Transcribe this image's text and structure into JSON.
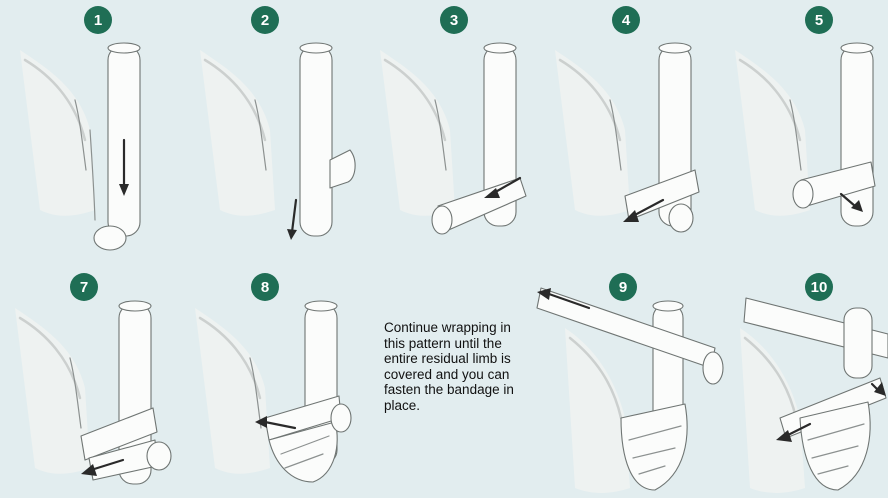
{
  "steps": [
    {
      "label": "1"
    },
    {
      "label": "2"
    },
    {
      "label": "3"
    },
    {
      "label": "4"
    },
    {
      "label": "5"
    },
    {
      "label": "7"
    },
    {
      "label": "8"
    },
    {
      "label": "9"
    },
    {
      "label": "10"
    }
  ],
  "caption": "Continue wrapping in this pattern until the entire residual limb is covered and you can fasten the bandage in place.",
  "colors": {
    "background": "#e2edef",
    "badge": "#1f6e55",
    "badge_text": "#ffffff",
    "bandage": "#fbfcfb",
    "arrow": "#2a2a2a"
  }
}
